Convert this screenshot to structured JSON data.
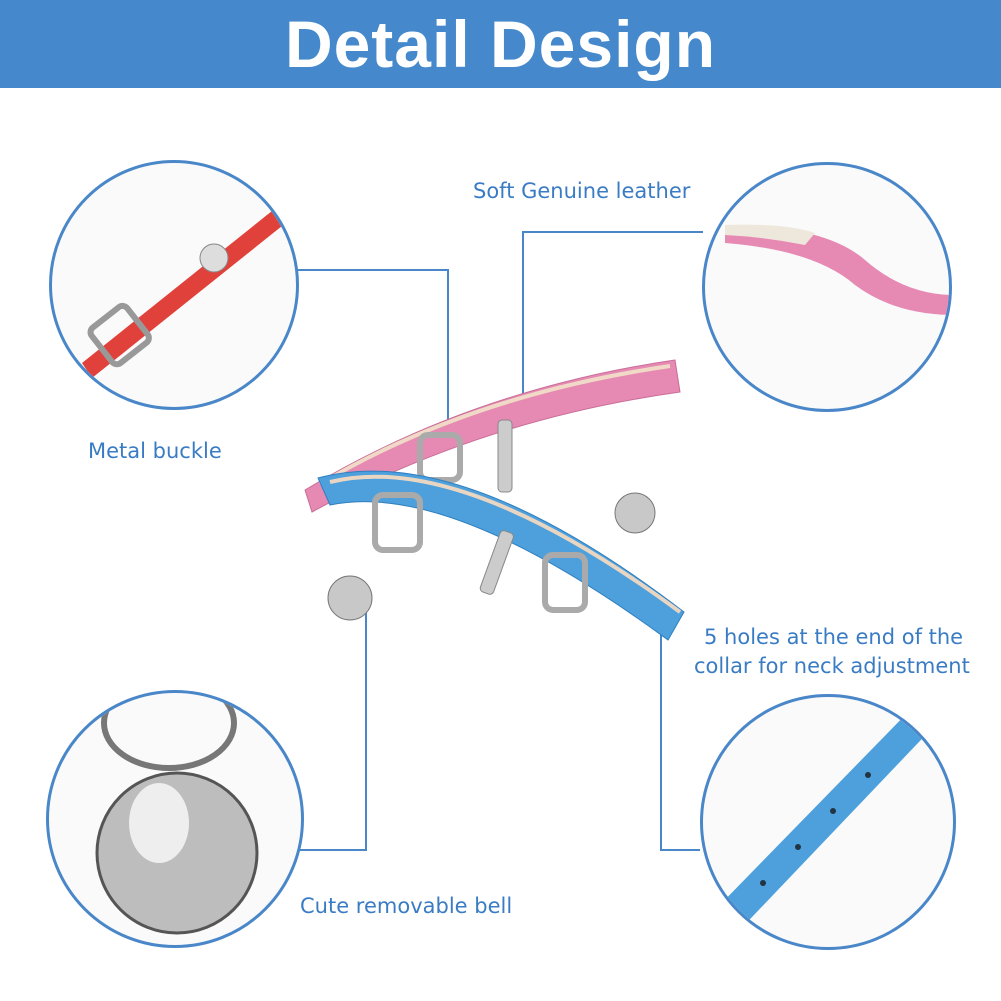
{
  "header": {
    "title": "Detail Design"
  },
  "labels": {
    "soft_leather": "Soft Genuine leather",
    "metal_buckle": "Metal buckle",
    "holes_line1": "5 holes at the end of the",
    "holes_line2": "collar for neck adjustment",
    "bell": "Cute removable bell"
  },
  "colors": {
    "accent": "#4589cc",
    "text": "#3a7cc4",
    "pink": "#e68ab4",
    "blue": "#4ea0dc",
    "red": "#e0413a"
  }
}
